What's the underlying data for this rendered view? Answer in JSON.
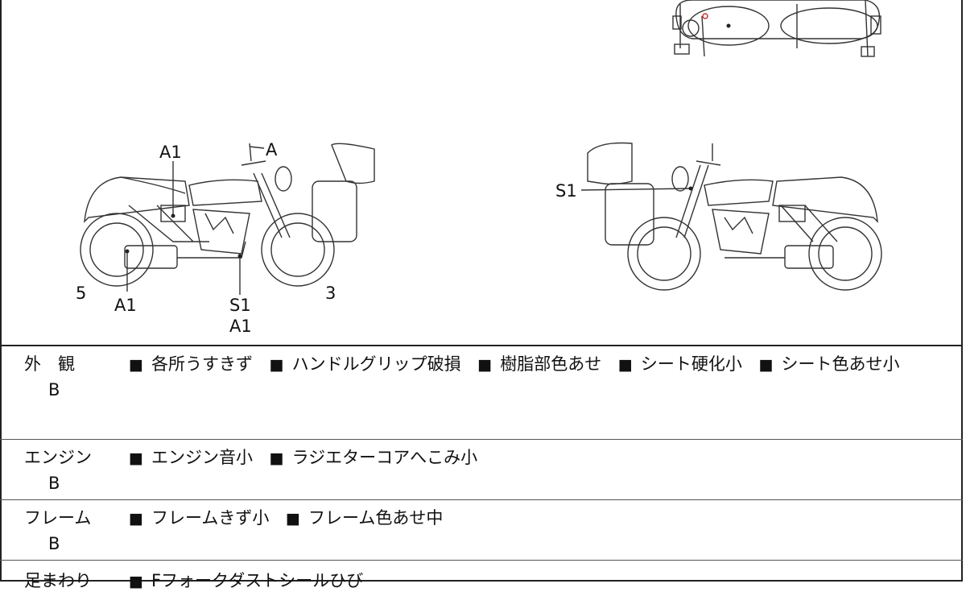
{
  "diagram": {
    "left_bike_labels": {
      "a1_top": "A1",
      "a": "A",
      "a1_left": "A1",
      "five": "5",
      "s1": "S1",
      "a1_bottom": "A1",
      "three": "3"
    },
    "right_bike_labels": {
      "s1": "S1"
    }
  },
  "sections": [
    {
      "category": "外　観",
      "grade": "B",
      "items": [
        "各所うすきず",
        "ハンドルグリップ破損",
        "樹脂部色あせ",
        "シート硬化小",
        "シート色あせ小"
      ]
    },
    {
      "category": "エンジン",
      "grade": "B",
      "items": [
        "エンジン音小",
        "ラジエターコアへこみ小"
      ]
    },
    {
      "category": "フレーム",
      "grade": "B",
      "items": [
        "フレームきず小",
        "フレーム色あせ中"
      ]
    },
    {
      "category": "足まわり",
      "grade": "",
      "items": [
        "Fフォークダストシールひび"
      ]
    }
  ],
  "colors": {
    "line": "#333333",
    "mark": "#cc3333"
  }
}
